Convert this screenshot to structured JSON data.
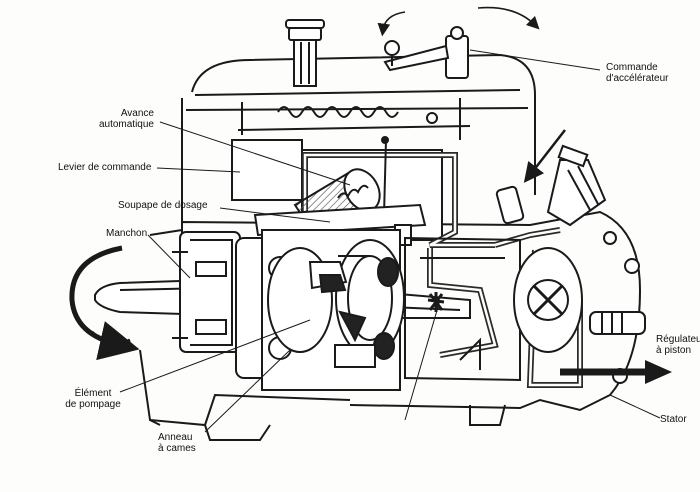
{
  "labels": {
    "commande_accelerateur": [
      "Commande",
      "d'accélérateur"
    ],
    "avance_automatique": [
      "Avance",
      "automatique"
    ],
    "levier_de_commande": "Levier de commande",
    "soupape_de_dosage": "Soupape de dosage",
    "manchon": "Manchon",
    "regulateur_a_piston": [
      "Régulateur",
      "à piston"
    ],
    "element_de_pompage": [
      "Élément",
      "de pompage"
    ],
    "anneau_a_cames": [
      "Anneau",
      "à cames"
    ],
    "stator": "Stator"
  },
  "colors": {
    "ink": "#1a1a1a",
    "paper": "#fdfdfb",
    "fuel_path": "#2a2a2a",
    "hatch": "#555555"
  }
}
